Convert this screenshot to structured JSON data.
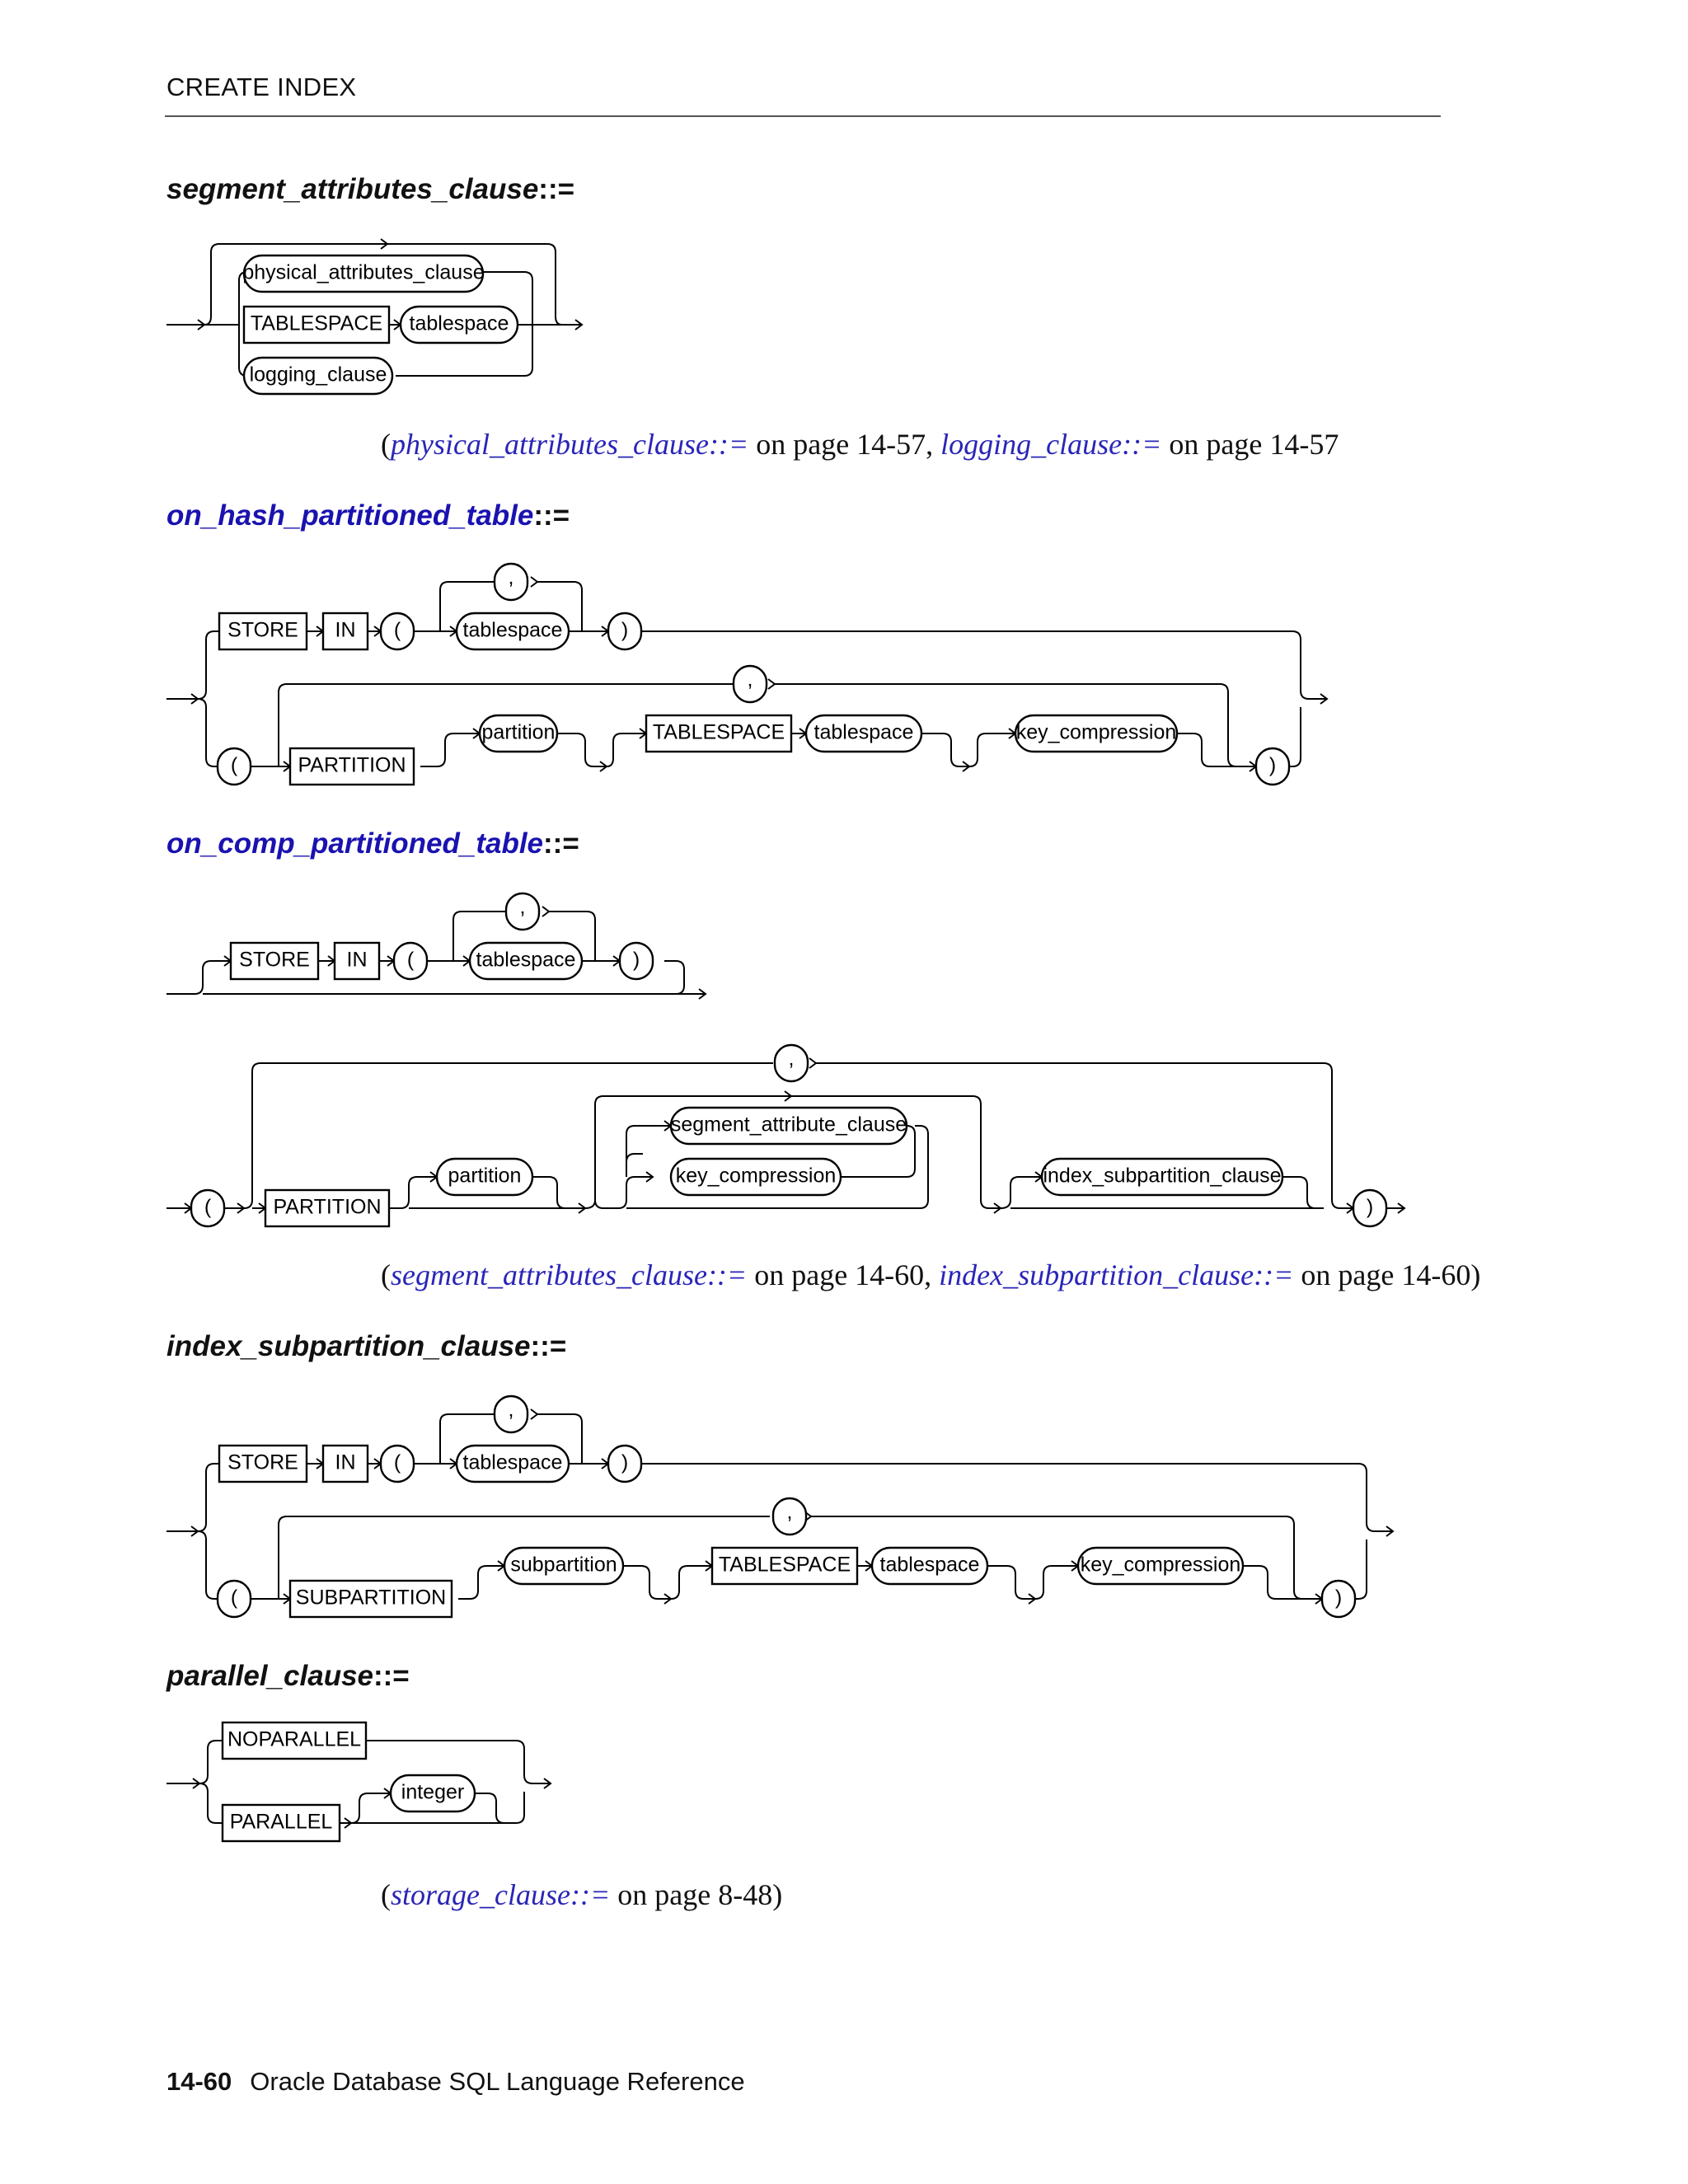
{
  "page": {
    "running_header": "CREATE INDEX",
    "footer_page": "14-60",
    "footer_title": "Oracle Database SQL Language Reference"
  },
  "diagrams": {
    "segment_attributes_clause": {
      "name": "segment_attributes_clause",
      "op": "::=",
      "items": {
        "physical_attributes_clause": "physical_attributes_clause",
        "tablespace_kw": "TABLESPACE",
        "tablespace": "tablespace",
        "logging_clause": "logging_clause"
      },
      "xref": [
        {
          "link": "physical_attributes_clause::=",
          "text": " on page 14-57, "
        },
        {
          "link": "logging_clause::=",
          "text": " on page 14-57"
        }
      ]
    },
    "on_hash_partitioned_table": {
      "name": "on_hash_partitioned_table",
      "op": "::=",
      "items": {
        "store": "STORE",
        "in": "IN",
        "lparen": "(",
        "comma": ",",
        "tablespace": "tablespace",
        "rparen": ")",
        "lparen2": "(",
        "partition_kw": "PARTITION",
        "partition": "partition",
        "comma2": ",",
        "tablespace_kw": "TABLESPACE",
        "tablespace2": "tablespace",
        "key_compression": "key_compression",
        "rparen2": ")"
      }
    },
    "on_comp_partitioned_table": {
      "name": "on_comp_partitioned_table",
      "op": "::=",
      "items": {
        "store": "STORE",
        "in": "IN",
        "lparen": "(",
        "comma": ",",
        "tablespace": "tablespace",
        "rparen": ")",
        "lparen2": "(",
        "partition_kw": "PARTITION",
        "partition": "partition",
        "comma2": ",",
        "segment_attribute_clause": "segment_attribute_clause",
        "key_compression": "key_compression",
        "index_subpartition_clause": "index_subpartition_clause",
        "rparen2": ")"
      },
      "xref": [
        {
          "link": "segment_attributes_clause::=",
          "text": " on page 14-60, "
        },
        {
          "link": "index_subpartition_clause::=",
          "text": " on page 14-60)"
        }
      ]
    },
    "index_subpartition_clause": {
      "name": "index_subpartition_clause",
      "op": "::=",
      "items": {
        "store": "STORE",
        "in": "IN",
        "lparen": "(",
        "comma": ",",
        "tablespace": "tablespace",
        "rparen": ")",
        "lparen2": "(",
        "subpartition_kw": "SUBPARTITION",
        "subpartition": "subpartition",
        "comma2": ",",
        "tablespace_kw": "TABLESPACE",
        "tablespace2": "tablespace",
        "key_compression": "key_compression",
        "rparen2": ")"
      }
    },
    "parallel_clause": {
      "name": "parallel_clause",
      "op": "::=",
      "items": {
        "noparallel": "NOPARALLEL",
        "parallel": "PARALLEL",
        "integer": "integer"
      },
      "xref": [
        {
          "link": "storage_clause::=",
          "text": " on page 8-48)"
        }
      ]
    }
  }
}
